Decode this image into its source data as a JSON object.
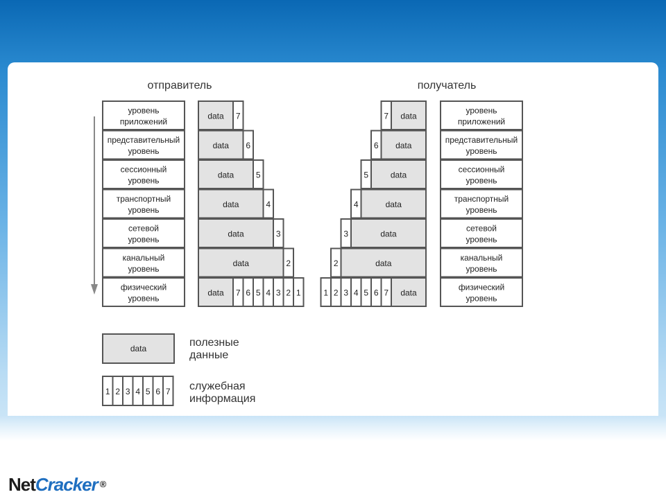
{
  "diagram": {
    "sender_title": "отправитель",
    "receiver_title": "получатель",
    "layers": [
      [
        "уровень",
        "приложений"
      ],
      [
        "представительный",
        "уровень"
      ],
      [
        "сессионный",
        "уровень"
      ],
      [
        "транспортный",
        "уровень"
      ],
      [
        "сетевой",
        "уровень"
      ],
      [
        "канальный",
        "уровень"
      ],
      [
        "физический",
        "уровень"
      ]
    ],
    "data_label": "data",
    "header_numbers": [
      "1",
      "2",
      "3",
      "4",
      "5",
      "6",
      "7"
    ],
    "legend": {
      "payload_text": [
        "полезные",
        "данные"
      ],
      "service_text": [
        "служебная",
        "информация"
      ]
    }
  },
  "colors": {
    "box_fill": "#e3e3e3",
    "stroke": "#555555",
    "arrow": "#888888",
    "logo_accent": "#1f6fc0"
  },
  "brand": {
    "net": "Net",
    "cracker": "Cracker",
    "reg": "®"
  }
}
